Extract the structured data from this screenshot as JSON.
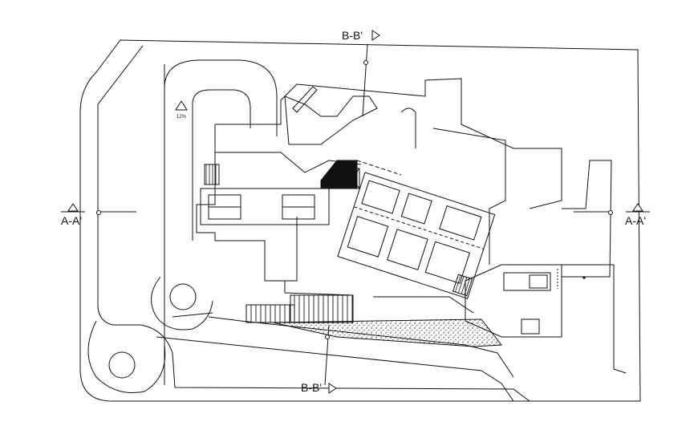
{
  "sections": {
    "bb_top": "B-B'",
    "bb_bottom": "B-B'",
    "aa_left": "A-A'",
    "aa_right": "A-A'"
  },
  "ramp": {
    "slope": "12%"
  },
  "colors": {
    "line": "#111111",
    "background": "#ffffff",
    "hatch": "#222222"
  }
}
